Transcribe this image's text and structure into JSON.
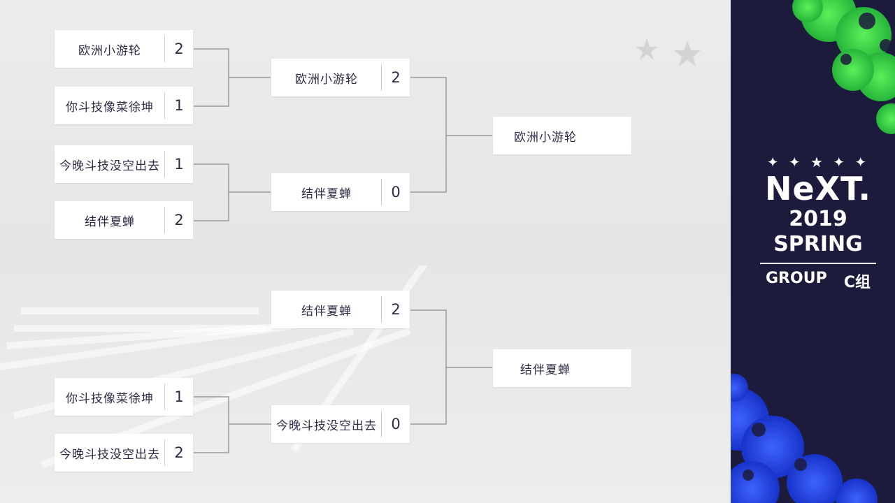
{
  "bracket": {
    "upper": {
      "round1": [
        {
          "name": "欧洲小游轮",
          "score": "2"
        },
        {
          "name": "你斗技像菜徐坤",
          "score": "1"
        },
        {
          "name": "今晚斗技没空出去",
          "score": "1"
        },
        {
          "name": "结伴夏蝉",
          "score": "2"
        }
      ],
      "round2": [
        {
          "name": "欧洲小游轮",
          "score": "2"
        },
        {
          "name": "结伴夏蝉",
          "score": "0"
        }
      ],
      "winner": {
        "name": "欧洲小游轮"
      }
    },
    "lower": {
      "round1": [
        {
          "name": "你斗技像菜徐坤",
          "score": "1"
        },
        {
          "name": "今晚斗技没空出去",
          "score": "2"
        }
      ],
      "round2": [
        {
          "name": "结伴夏蝉",
          "score": "2"
        },
        {
          "name": "今晚斗技没空出去",
          "score": "0"
        }
      ],
      "winner": {
        "name": "结伴夏蝉"
      }
    }
  },
  "branding": {
    "stars": "✦ ✦ ★ ✦ ✦",
    "brand": "NeXT.",
    "season": "2019 SPRING",
    "group_label": "GROUP",
    "group_value": "C组"
  },
  "colors": {
    "panel_bg": "#1c1b3c",
    "green_floral": "#3fd64a",
    "blue_floral": "#1f3fe0",
    "text_dark": "#2c2c46"
  }
}
